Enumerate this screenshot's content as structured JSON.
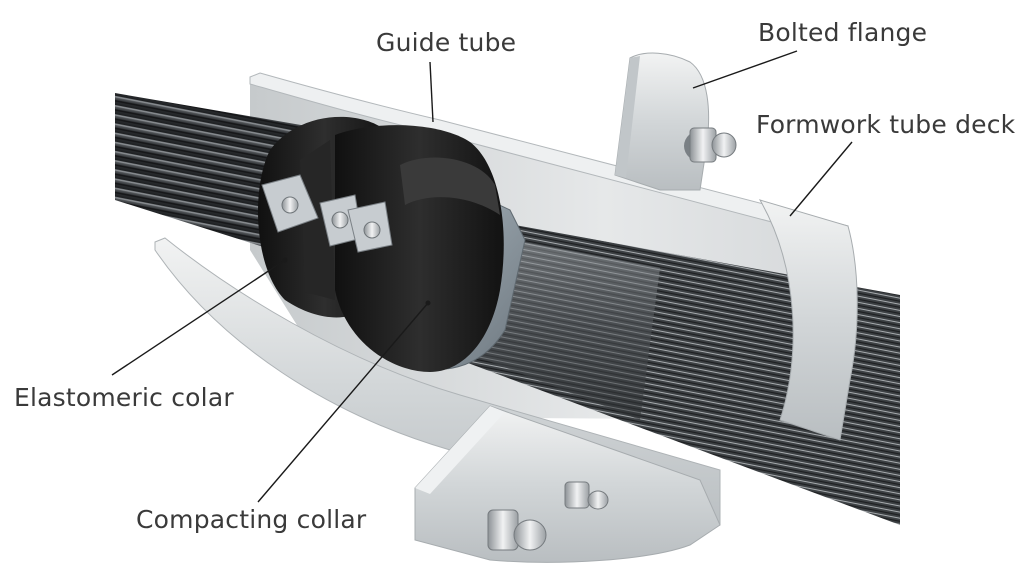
{
  "labels": {
    "guide_tube": "Guide tube",
    "bolted_flange": "Bolted flange",
    "formwork_tube_deck": "Formwork tube deck",
    "elastomeric_colar": "Elastomeric colar",
    "compacting_collar": "Compacting collar"
  },
  "colors": {
    "background": "#ffffff",
    "label_text": "#3a3a3a",
    "leader_line": "#1a1a1a",
    "galvanized_steel": "#d4d8da",
    "rubber": "#1c1c1c",
    "strands": "#3c3f42"
  }
}
